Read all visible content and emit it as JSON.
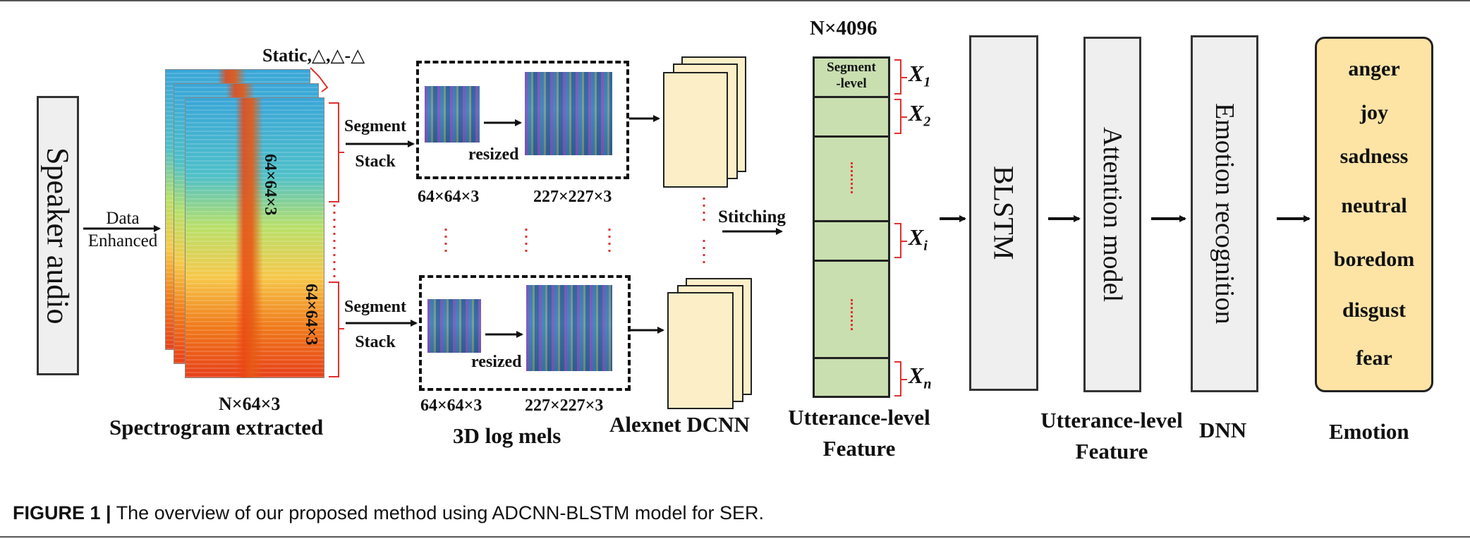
{
  "figure": {
    "caption_label": "FIGURE 1 |",
    "caption_text": " The overview of our proposed method using ADCNN-BLSTM model for SER."
  },
  "input": {
    "label": "Speaker audio"
  },
  "enhance": {
    "line1": "Data",
    "line2": "Enhanced"
  },
  "spectrogram": {
    "static_label": "Static,△,△-△",
    "stack_label_top": "64×64×3",
    "stack_label_bottom": "64×64×3",
    "size_label": "N×64×3",
    "title": "Spectrogram extracted"
  },
  "segment": {
    "top": {
      "line1": "Segment",
      "line2": "Stack"
    },
    "bottom": {
      "line1": "Segment",
      "line2": "Stack"
    }
  },
  "logmels": {
    "resized_top": "resized",
    "resized_bottom": "resized",
    "small_top": "64×64×3",
    "large_top": "227×227×3",
    "small_bottom": "64×64×3",
    "large_bottom": "227×227×3",
    "title": "3D log mels"
  },
  "alexnet": {
    "title": "Alexnet DCNN"
  },
  "stitching": {
    "label": "Stitching"
  },
  "utterance": {
    "size_label": "N×4096",
    "segment_cell_line1": "Segment",
    "segment_cell_line2": "-level",
    "x_labels": [
      {
        "base": "X",
        "sub": "1"
      },
      {
        "base": "X",
        "sub": "2"
      },
      {
        "base": "X",
        "sub": "i"
      },
      {
        "base": "X",
        "sub": "n"
      }
    ],
    "title_line1": "Utterance-level",
    "title_line2": "Feature"
  },
  "blstm": {
    "label": "BLSTM"
  },
  "attention": {
    "label": "Attention model",
    "title_line1": "Utterance-level",
    "title_line2": "Feature"
  },
  "recognition": {
    "label": "Emotion recognition",
    "title": "DNN"
  },
  "emotions": {
    "title": "Emotion",
    "items": [
      "anger",
      "joy",
      "sadness",
      "neutral",
      "boredom",
      "disgust",
      "fear"
    ]
  }
}
